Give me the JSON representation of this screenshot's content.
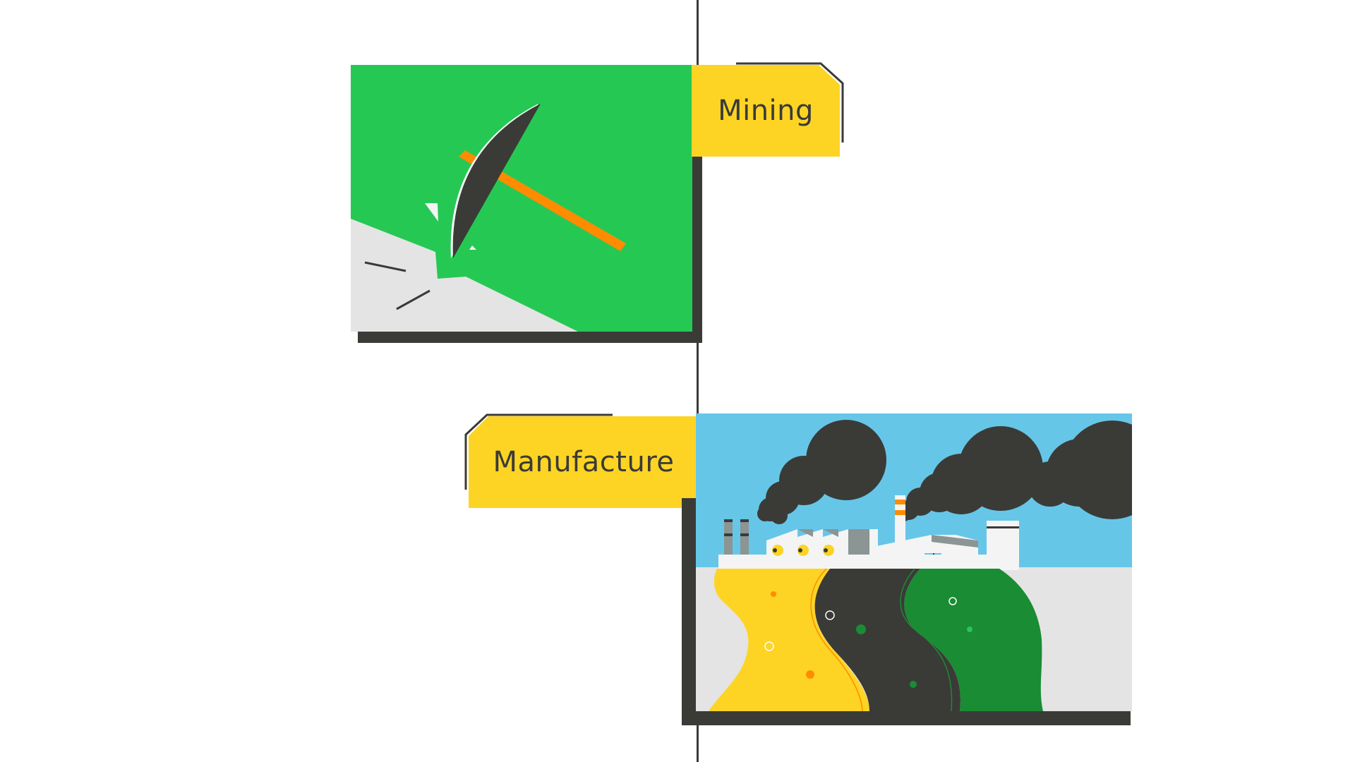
{
  "stages": [
    {
      "id": "mining",
      "label": "Mining"
    },
    {
      "id": "manufacture",
      "label": "Manufacture"
    }
  ],
  "colors": {
    "background": "#ffffff",
    "timeline": "#3a3b37",
    "label_fill": "#fdd424",
    "panel_shadow": "#3a3b37",
    "mining_bg": "#26c854",
    "rock": "#e4e4e4",
    "pick_head": "#3a3b37",
    "pick_handle": "#ff8c00",
    "sky": "#66c6e8",
    "smoke": "#3a3b37",
    "factory": "#f4f4f4",
    "factory_shadow": "#8a9594",
    "yellow_stripe": "#fdd424",
    "dark_stripe": "#3a3b37",
    "green_stripe": "#1a8c34",
    "ground": "#e4e4e4"
  },
  "icons": [
    "pickaxe-icon",
    "factory-icon"
  ]
}
